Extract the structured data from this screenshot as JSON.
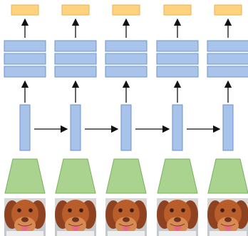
{
  "diagram": {
    "columns": [
      {
        "image": "dog-photo",
        "encoder": "cnn-encoder",
        "state": "recurrent-state",
        "layers": 3,
        "output": "output-token"
      },
      {
        "image": "dog-photo",
        "encoder": "cnn-encoder",
        "state": "recurrent-state",
        "layers": 3,
        "output": "output-token"
      },
      {
        "image": "dog-photo",
        "encoder": "cnn-encoder",
        "state": "recurrent-state",
        "layers": 3,
        "output": "output-token"
      },
      {
        "image": "dog-photo",
        "encoder": "cnn-encoder",
        "state": "recurrent-state",
        "layers": 3,
        "output": "output-token"
      },
      {
        "image": "dog-photo",
        "encoder": "cnn-encoder",
        "state": "recurrent-state",
        "layers": 3,
        "output": "output-token"
      }
    ],
    "colors": {
      "output": "#ffd27f",
      "output_border": "#e8b14d",
      "layer": "#a9c4ea",
      "layer_border": "#6d93cf",
      "state": "#a7c3ea",
      "state_border": "#6c90c9",
      "encoder": "#a9d38f",
      "encoder_border": "#79b05a",
      "arrow": "#111111"
    }
  }
}
